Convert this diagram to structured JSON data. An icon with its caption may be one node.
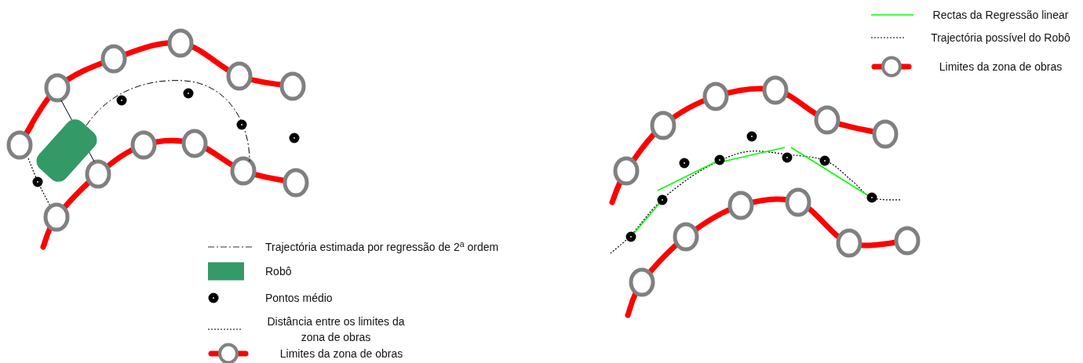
{
  "diagram": {
    "legend": [
      {
        "text": "Rectas da Regressão linear"
      },
      {
        "text": "Trajectória possível do Robô"
      },
      {
        "text": "Limites da zona de obras"
      },
      {
        "text": "Trajectória estimada por regressão de 2$^{a}$ ordem"
      },
      {
        "text": "Robô",
        "color": "#339966"
      },
      {
        "text": "Pontos médio"
      },
      {
        "text": "Distância entre os limites da zona de obras"
      },
      {
        "text": "Limites da zona de obras"
      }
    ]
  }
}
